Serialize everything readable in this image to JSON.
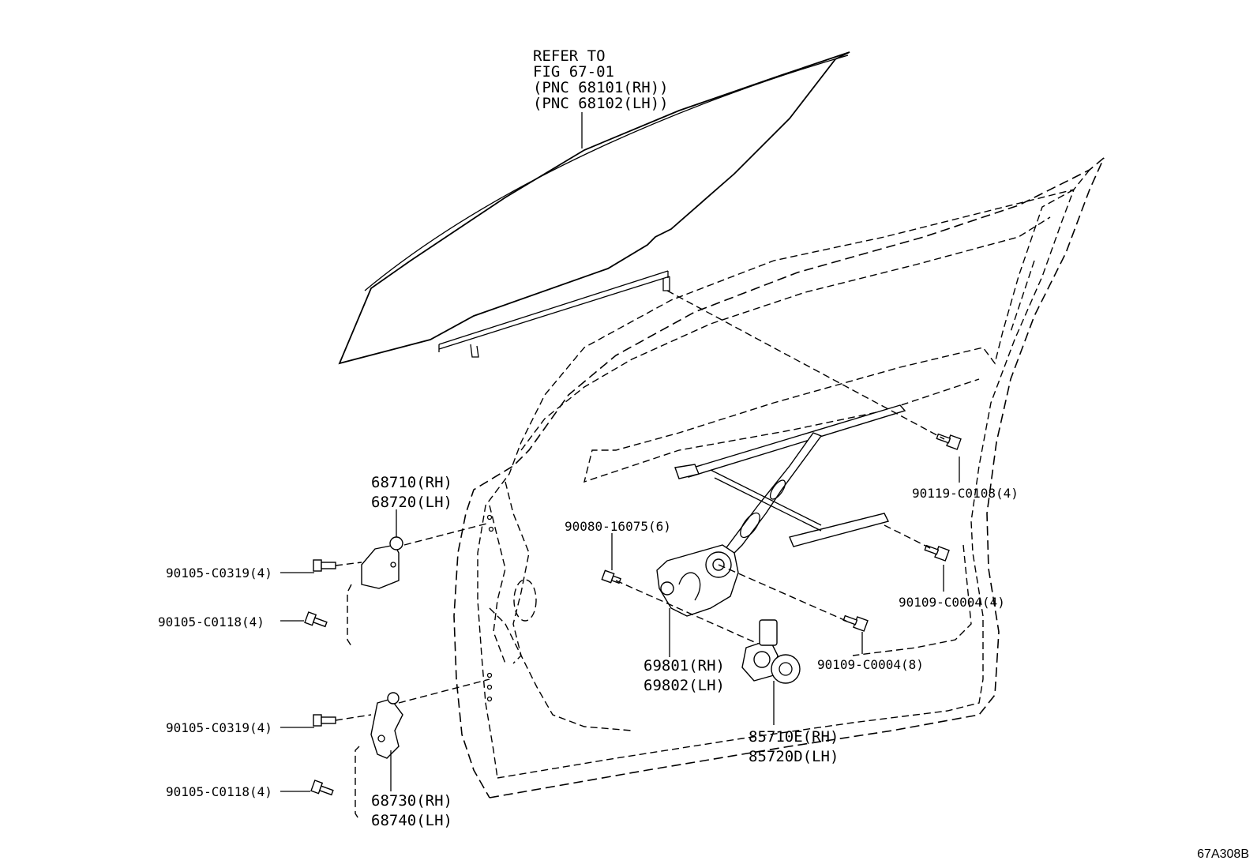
{
  "glass_note": [
    "REFER TO",
    "FIG 67-01",
    "(PNC 68101(RH))",
    "(PNC 68102(LH))"
  ],
  "parts": {
    "upper_hinge": [
      "68710(RH)",
      "68720(LH)"
    ],
    "lower_hinge": [
      "68730(RH)",
      "68740(LH)"
    ],
    "bolt_upper_hinge": "90105-C0319(4)",
    "bolt_upper_hinge_2": "90105-C0118(4)",
    "bolt_lower_hinge": "90105-C0319(4)",
    "bolt_lower_hinge_2": "90105-C0118(4)",
    "regulator_bolt": "90080-16075(6)",
    "regulator": [
      "69801(RH)",
      "69802(LH)"
    ],
    "motor": [
      "85710E(RH)",
      "85720D(LH)"
    ],
    "bolt_top_right": "90119-C0108(4)",
    "bolt_right": "90109-C0004(4)",
    "bolt_center": "90109-C0004(8)"
  },
  "diagram_code": "67A308B"
}
